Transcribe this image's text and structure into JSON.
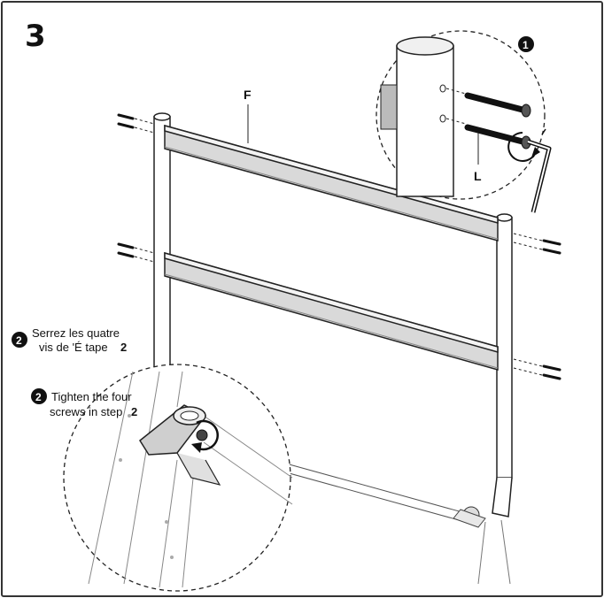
{
  "step_number": "3",
  "callout_top": {
    "badge": "1"
  },
  "labels": {
    "frame_part": "F",
    "allen_key": "L"
  },
  "instruction_fr": {
    "badge": "2",
    "line1": "Serrez  les quatre",
    "line2_a": "vis  de 'É tape",
    "line2_step": "2"
  },
  "instruction_en": {
    "badge": "2",
    "line1": "Tighten the four",
    "line2_a": "screws in step",
    "line2_step": "2"
  }
}
